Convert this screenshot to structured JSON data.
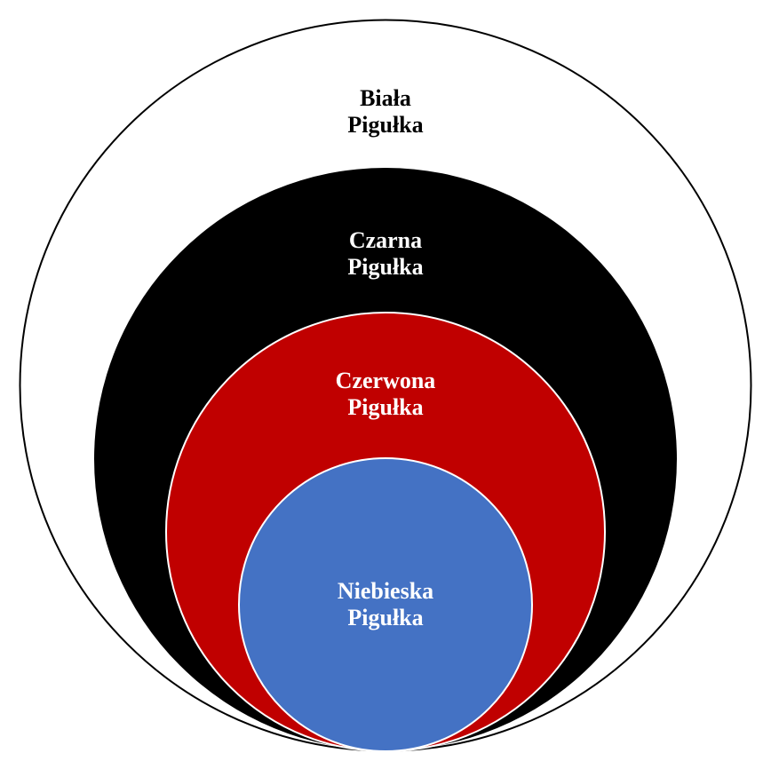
{
  "diagram": {
    "title": "Nested pills diagram",
    "circles": [
      {
        "id": "white",
        "line1": "Biała",
        "line2": "Pigułka",
        "fill": "#ffffff",
        "stroke": "#000000",
        "text_color": "#000000"
      },
      {
        "id": "black",
        "line1": "Czarna",
        "line2": "Pigułka",
        "fill": "#000000",
        "stroke": "#000000",
        "text_color": "#ffffff"
      },
      {
        "id": "red",
        "line1": "Czerwona",
        "line2": "Pigułka",
        "fill": "#c00000",
        "stroke": "#ffffff",
        "text_color": "#ffffff"
      },
      {
        "id": "blue",
        "line1": "Niebieska",
        "line2": "Pigułka",
        "fill": "#4472c4",
        "stroke": "#ffffff",
        "text_color": "#ffffff"
      }
    ]
  }
}
